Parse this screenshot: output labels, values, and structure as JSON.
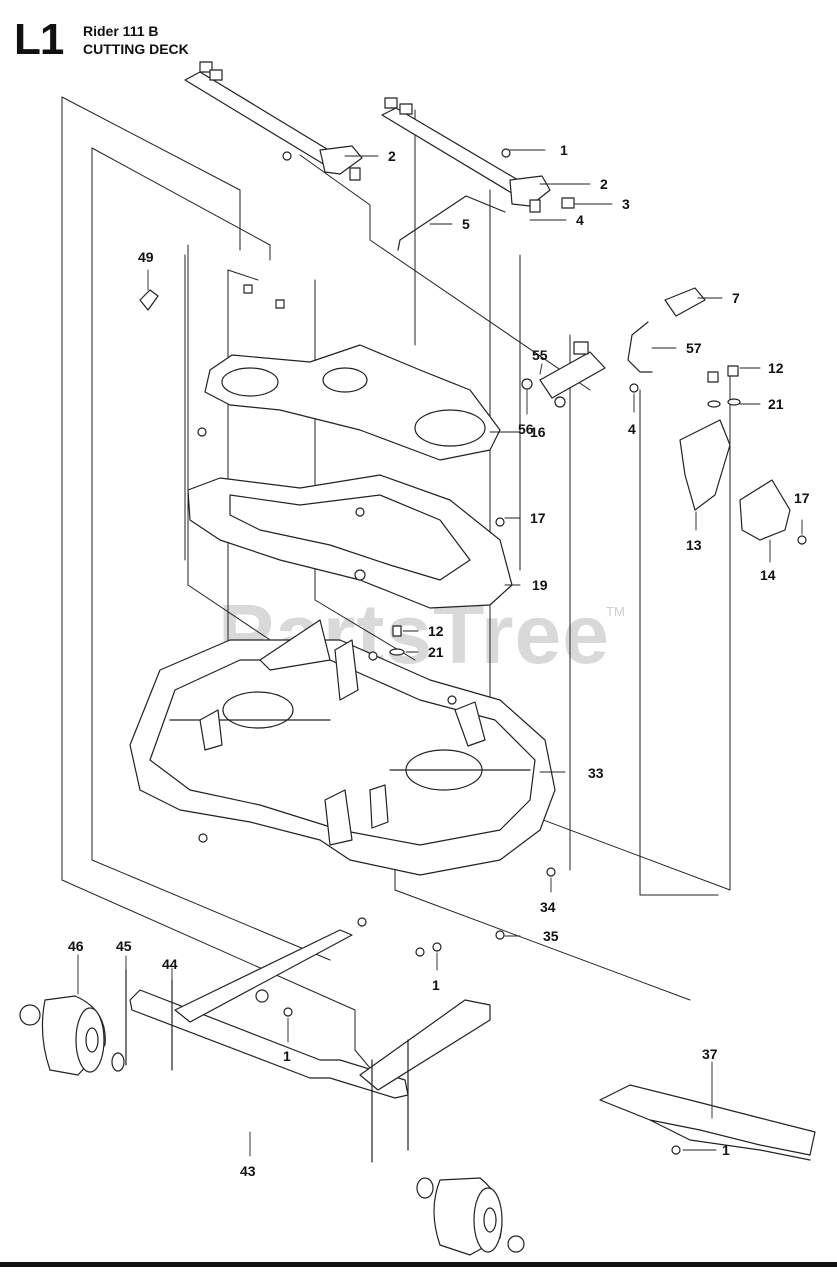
{
  "header": {
    "section_code": "L1",
    "model": "Rider 111 B",
    "title": "CUTTING DECK"
  },
  "watermark": {
    "text": "PartsTree",
    "tm": "TM"
  },
  "callouts": [
    {
      "id": "c1a",
      "label": "1"
    },
    {
      "id": "c2a",
      "label": "2"
    },
    {
      "id": "c2b",
      "label": "2"
    },
    {
      "id": "c3",
      "label": "3"
    },
    {
      "id": "c4a",
      "label": "4"
    },
    {
      "id": "c5",
      "label": "5"
    },
    {
      "id": "c7",
      "label": "7"
    },
    {
      "id": "c49",
      "label": "49"
    },
    {
      "id": "c55",
      "label": "55"
    },
    {
      "id": "c57",
      "label": "57"
    },
    {
      "id": "c12a",
      "label": "12"
    },
    {
      "id": "c21a",
      "label": "21"
    },
    {
      "id": "c56",
      "label": "56"
    },
    {
      "id": "c4b",
      "label": "4"
    },
    {
      "id": "c16",
      "label": "16"
    },
    {
      "id": "c17a",
      "label": "17"
    },
    {
      "id": "c13",
      "label": "13"
    },
    {
      "id": "c17b",
      "label": "17"
    },
    {
      "id": "c14",
      "label": "14"
    },
    {
      "id": "c19",
      "label": "19"
    },
    {
      "id": "c12b",
      "label": "12"
    },
    {
      "id": "c21b",
      "label": "21"
    },
    {
      "id": "c33",
      "label": "33"
    },
    {
      "id": "c34",
      "label": "34"
    },
    {
      "id": "c35",
      "label": "35"
    },
    {
      "id": "c1b",
      "label": "1"
    },
    {
      "id": "c46",
      "label": "46"
    },
    {
      "id": "c45",
      "label": "45"
    },
    {
      "id": "c44",
      "label": "44"
    },
    {
      "id": "c1c",
      "label": "1"
    },
    {
      "id": "c37",
      "label": "37"
    },
    {
      "id": "c43",
      "label": "43"
    },
    {
      "id": "c1d",
      "label": "1"
    }
  ]
}
